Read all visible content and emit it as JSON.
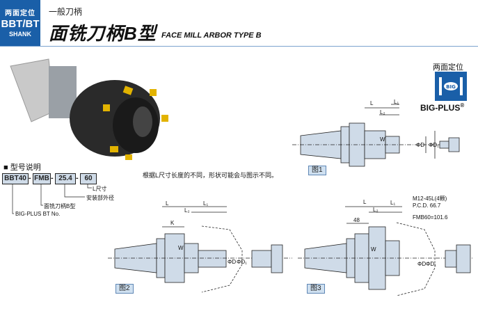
{
  "header": {
    "badge_line1": "两面定位",
    "badge_line2": "BBT/BT",
    "badge_line3": "SHANK",
    "category": "一般刀柄",
    "title_zh": "面铣刀柄B型",
    "title_en": "FACE MILL ARBOR TYPE B"
  },
  "logo": {
    "caption": "两面定位",
    "mark_text": "BIG",
    "brand": "BIG-PLUS",
    "registered": "®"
  },
  "designation": {
    "title": "■ 型号说明",
    "codes": [
      "BBT40",
      "FMB",
      "25.4",
      "60"
    ],
    "sep": "-",
    "leaders": [
      "L尺寸",
      "安装部外径",
      "面铣刀柄B型",
      "BIG-PLUS BT No."
    ]
  },
  "note": "根据L尺寸长度的不同，形状可能会与图示不同。",
  "figures": {
    "fig1": {
      "label": "图1",
      "dims": [
        "L",
        "L₁",
        "L₂",
        "W",
        "ΦD",
        "ΦD₁"
      ]
    },
    "fig2": {
      "label": "图2",
      "dims": [
        "L",
        "L₁",
        "L₂",
        "K",
        "W",
        "ΦD",
        "ΦD₁"
      ]
    },
    "fig3": {
      "label": "图3",
      "dims": [
        "L",
        "L₁",
        "L₂",
        "48",
        "W",
        "ΦD",
        "ΦD₁"
      ],
      "notes": [
        "M12-45L(4颗)",
        "P.C.D. 66.7",
        "FMB60=101.6"
      ]
    }
  },
  "colors": {
    "brand_blue": "#1a5fa8",
    "fill_blue": "#cfdbe8",
    "rule": "#7ba2cf"
  }
}
